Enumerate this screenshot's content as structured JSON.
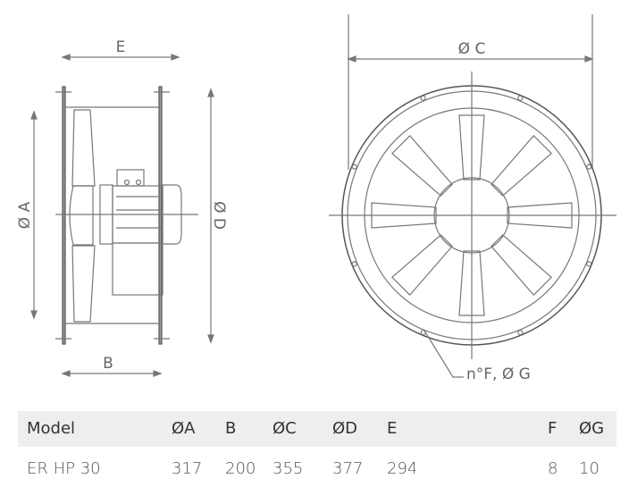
{
  "drawing": {
    "label_a": "Ø A",
    "label_b": "B",
    "label_c": "Ø C",
    "label_d": "Ø D",
    "label_e": "E",
    "label_fg": "n°F, Ø G"
  },
  "table": {
    "headers": [
      "Model",
      "ØA",
      "B",
      "ØC",
      "ØD",
      "E",
      "F",
      "ØG"
    ],
    "rows": [
      [
        "ER HP 30",
        "317",
        "200",
        "355",
        "377",
        "294",
        "8",
        "10"
      ]
    ]
  }
}
